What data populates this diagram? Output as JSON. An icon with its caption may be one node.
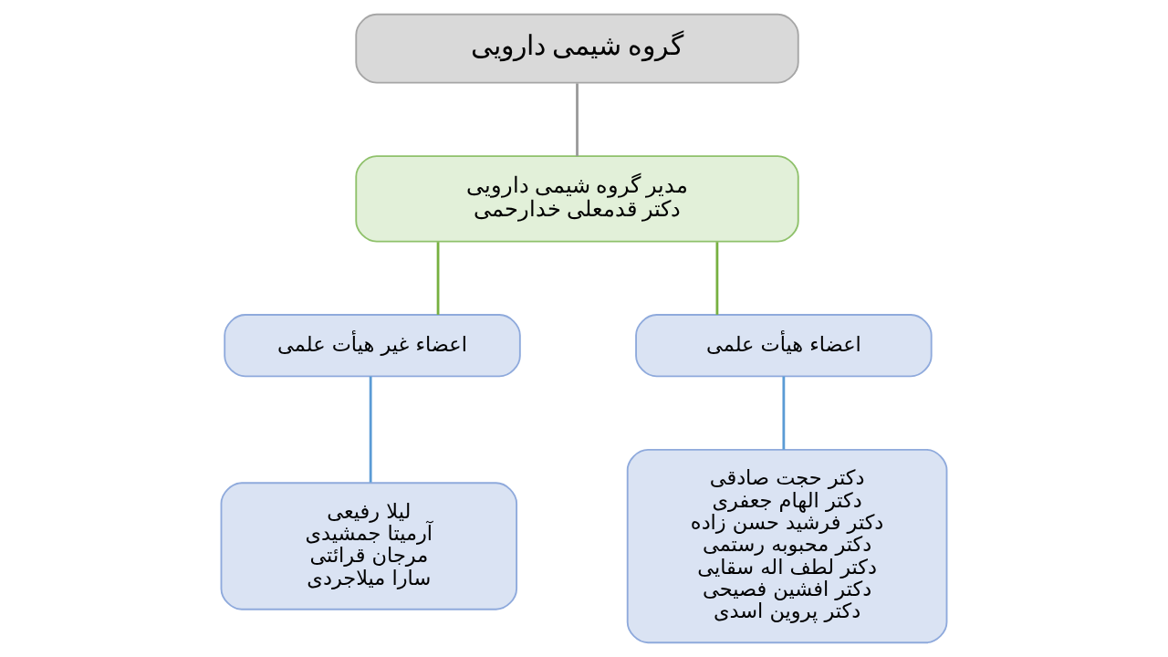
{
  "diagram": {
    "nodes": [
      {
        "text": [
          "گروه شیمی دارویی"
        ]
      },
      {
        "text": [
          "مدیر گروه شیمی دارویی",
          "دکتر قدمعلی خدارحمی"
        ]
      },
      {
        "text": [
          "اعضاء غیر هیأت علمی"
        ]
      },
      {
        "text": [
          "اعضاء هیأت علمی"
        ]
      },
      {
        "text": [
          "لیلا رفیعی",
          "آرمیتا جمشیدی",
          "مرجان قرائتی",
          "سارا میلاجردی"
        ]
      },
      {
        "text": [
          "دکتر حجت صادقی",
          "دکتر الهام جعفری",
          "دکتر فرشید حسن زاده",
          "دکتر محبوبه رستمی",
          "دکتر لطف اله سقایی",
          "دکتر افشین فصیحی",
          "دکتر پروین اسدی"
        ]
      }
    ],
    "edges": [
      {
        "from": 0,
        "to": 1,
        "arrow": "none",
        "color": "#999999"
      },
      {
        "from": 1,
        "to": 2,
        "arrow": "none",
        "color": "#77b040"
      },
      {
        "from": 1,
        "to": 3,
        "arrow": "none",
        "color": "#77b040"
      },
      {
        "from": 2,
        "to": 4,
        "arrow": "none",
        "color": "#5b9bd5"
      },
      {
        "from": 3,
        "to": 5,
        "arrow": "none",
        "color": "#5b9bd5"
      }
    ]
  }
}
